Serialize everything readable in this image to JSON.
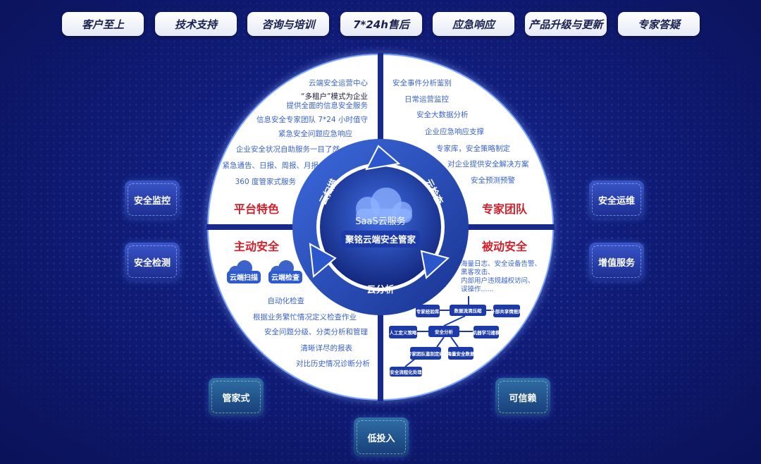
{
  "top_buttons": [
    "客户至上",
    "技术支持",
    "咨询与培训",
    "7*24h售后",
    "应急响应",
    "产品升级与更新",
    "专家答疑"
  ],
  "side_cards": {
    "left_top": "安全监控",
    "left_mid": "安全检测",
    "right_top": "安全运维",
    "right_mid": "增值服务",
    "bottom_left": "管家式",
    "bottom_center": "低投入",
    "bottom_right": "可信赖"
  },
  "center": {
    "saas": "SaaS云服务",
    "product": "聚铭云端安全管家",
    "cycle": [
      "云扫描",
      "云检查",
      "云分析"
    ]
  },
  "quadrants": {
    "top_left": {
      "title": "平台特色",
      "lines": {
        "l1": "云端安全运营中心",
        "l2a": "“多租户”模式为企业",
        "l2b": "提供全面的信息安全服务",
        "l3": "信息安全专家团队 7*24 小时值守",
        "l4": "紧急安全问题应急响应",
        "l5": "企业安全状况自助服务一目了然",
        "l6": "紧急通告、日报、周报、月报",
        "l7": "360 度管家式服务"
      }
    },
    "top_right": {
      "title": "专家团队",
      "lines": [
        "安全事件分析鉴别",
        "日常运营监控",
        "安全大数据分析",
        "企业应急响应支撑",
        "专家库，安全策略制定",
        "对企业提供安全解决方案",
        "安全预测预警"
      ]
    },
    "bottom_left": {
      "title": "主动安全",
      "badges": [
        "云端扫描",
        "云端检查"
      ],
      "lines": [
        "自动化检查",
        "根据业务繁忙情况定义检查作业",
        "安全问题分级、分类分析和管理",
        "清晰详尽的报表",
        "对比历史情况诊断分析"
      ]
    },
    "bottom_right": {
      "title": "被动安全",
      "lines": [
        "海量日志、安全设备告警、",
        "黑客攻击、",
        "内部用户违规越权访问、",
        "误操作......"
      ],
      "flow": {
        "expert_lib": "专家经验库",
        "compress": "数据流清压缩",
        "external": "外部共享情报库",
        "manual": "人工定义策略",
        "analysis": "安全分析",
        "ml": "机器学习建模",
        "team": "专家团队鉴别定级",
        "big_data": "海量安全数据",
        "process": "安全流程化处理"
      }
    }
  },
  "colors": {
    "background": "#101c78",
    "accent_red": "#d3202a",
    "text_blue": "#3b63c9",
    "ring_blue": "#2a54c5"
  }
}
